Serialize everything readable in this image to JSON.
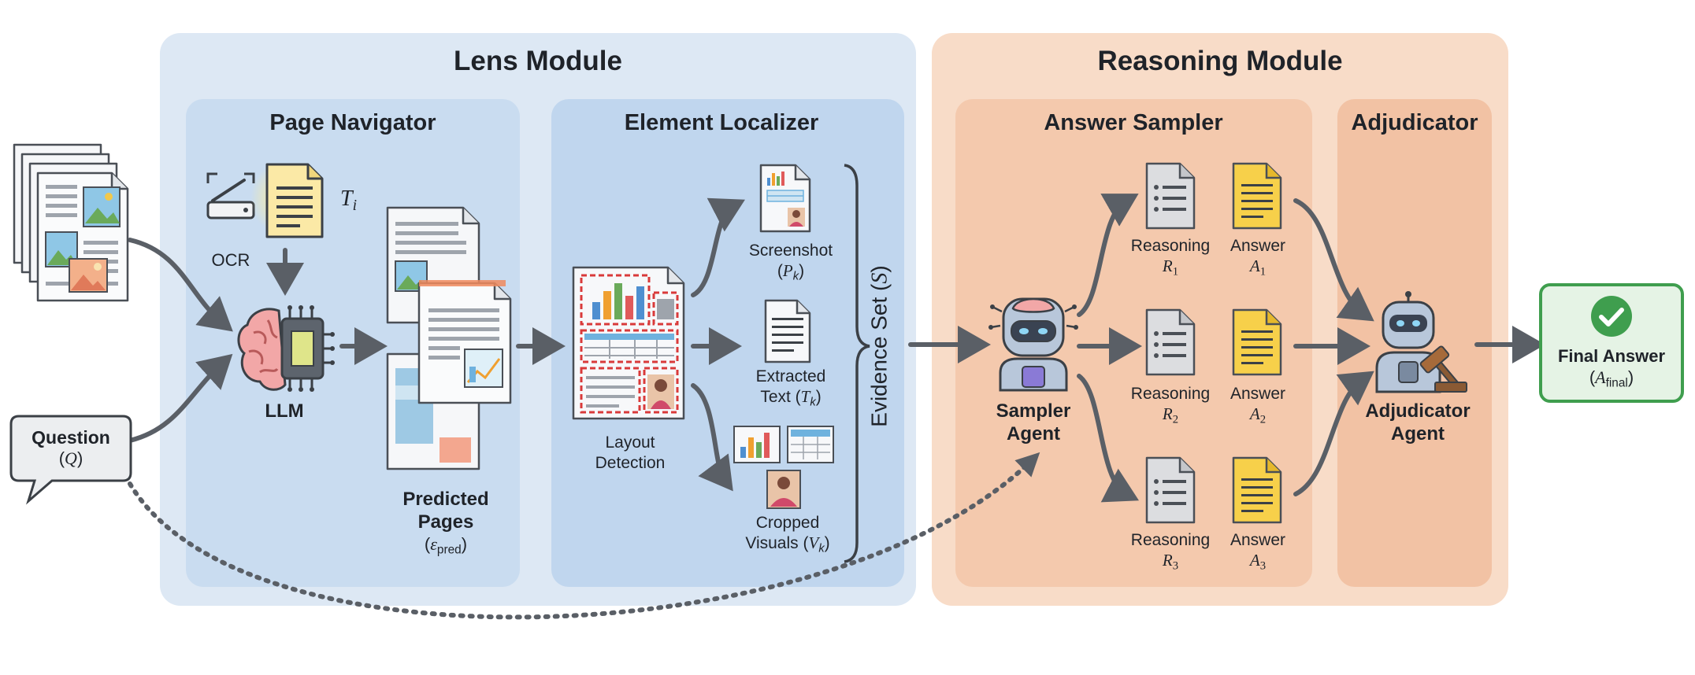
{
  "modules": {
    "lens": "Lens Module",
    "reasoning": "Reasoning Module"
  },
  "submodules": {
    "page_navigator": "Page Navigator",
    "element_localizer": "Element Localizer",
    "answer_sampler": "Answer Sampler",
    "adjudicator": "Adjudicator"
  },
  "labels": {
    "ocr": "OCR",
    "text_var": "T",
    "text_sub": "i",
    "llm": "LLM",
    "predicted": "Predicted",
    "pages": "Pages",
    "epred_sym": "ε",
    "epred_sub": "pred",
    "layout": "Layout",
    "detection": "Detection",
    "screenshot": "Screenshot",
    "screenshot_sym": "P",
    "screenshot_sub": "k",
    "extracted": "Extracted",
    "text_word": "Text",
    "extracted_sym": "T",
    "extracted_sub": "k",
    "cropped": "Cropped",
    "visuals_word": "Visuals",
    "cropped_sym": "V",
    "cropped_sub": "k",
    "evidence_set": "Evidence Set",
    "evidence_sym": "S",
    "sampler_line1": "Sampler",
    "sampler_line2": "Agent",
    "adj_line1": "Adjudicator",
    "adj_line2": "Agent",
    "question": "Question",
    "question_sym": "Q",
    "final_answer": "Final Answer",
    "final_sym": "A",
    "final_sub": "final"
  },
  "samples": [
    {
      "reasoning": "Reasoning",
      "r_sym": "R",
      "r_sub": "1",
      "answer": "Answer",
      "a_sym": "A",
      "a_sub": "1"
    },
    {
      "reasoning": "Reasoning",
      "r_sym": "R",
      "r_sub": "2",
      "answer": "Answer",
      "a_sym": "A",
      "a_sub": "2"
    },
    {
      "reasoning": "Reasoning",
      "r_sym": "R",
      "r_sub": "3",
      "answer": "Answer",
      "a_sym": "A",
      "a_sub": "3"
    }
  ],
  "colors": {
    "lens_bg": "#dde8f4",
    "reasoning_bg": "#f8dcc8",
    "arrow": "#5a5f66",
    "success": "#3f9e4e"
  }
}
